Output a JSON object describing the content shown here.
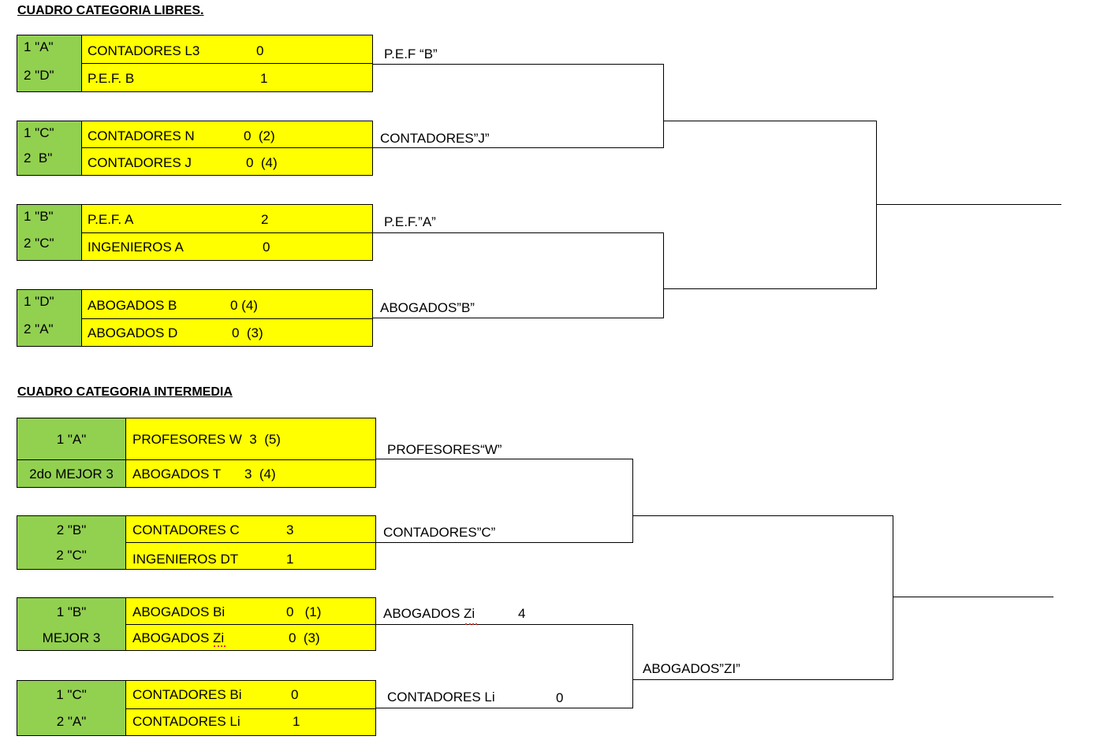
{
  "colors": {
    "group": "#92d050",
    "team": "#ffff00",
    "line": "#000000"
  },
  "libres": {
    "title": "CUADRO CATEGORIA LIBRES.",
    "matches": [
      {
        "g1": "1 \"A\"",
        "g2": "2 \"D\"",
        "t1": "CONTADORES L3",
        "s1": "0",
        "t2": "P.E.F. B",
        "s2": "1",
        "winner": "P.E.F “B”"
      },
      {
        "g1": "1 \"C\"",
        "g2": "2  B\"",
        "t1": "CONTADORES N",
        "s1": "0  (2)",
        "t2": "CONTADORES J",
        "s2": "0  (4)",
        "winner": "CONTADORES”J”"
      },
      {
        "g1": "1 \"B\"",
        "g2": "2 \"C\"",
        "t1": "P.E.F. A",
        "s1": "2",
        "t2": "INGENIEROS A",
        "s2": "0",
        "winner": "P.E.F.”A”"
      },
      {
        "g1": "1 \"D\"",
        "g2": "2 \"A\"",
        "t1": "ABOGADOS B",
        "s1": "0 (4)",
        "t2": "ABOGADOS D",
        "s2": "0  (3)",
        "winner": "ABOGADOS”B”"
      }
    ]
  },
  "intermedia": {
    "title": "CUADRO CATEGORIA INTERMEDIA",
    "matches": [
      {
        "g1": "1 \"A\"",
        "g2": "2do MEJOR 3",
        "t1": "PROFESORES W  3  (5)",
        "s1": "",
        "t2": "ABOGADOS T",
        "s2": "3  (4)",
        "winner": "PROFESORES“W”"
      },
      {
        "g1": "2 \"B\"",
        "g2": "2 \"C\"",
        "t1": "CONTADORES C",
        "s1": "3",
        "t2": "INGENIEROS DT",
        "s2": "1",
        "winner": "CONTADORES”C”"
      },
      {
        "g1": "1 \"B\"",
        "g2": "MEJOR 3",
        "t1": "ABOGADOS Bi",
        "s1": "0   (1)",
        "t2": "ABOGADOS Zi",
        "s2": "0  (3)",
        "winner": "ABOGADOS Zi",
        "winner_score": "4"
      },
      {
        "g1": "1 \"C\"",
        "g2": "2 \"A\"",
        "t1": "CONTADORES Bi",
        "s1": "0",
        "t2": "CONTADORES Li",
        "s2": "1",
        "winner": "CONTADORES Li",
        "winner_score": "0"
      }
    ],
    "semi_winner": "ABOGADOS”ZI”"
  }
}
